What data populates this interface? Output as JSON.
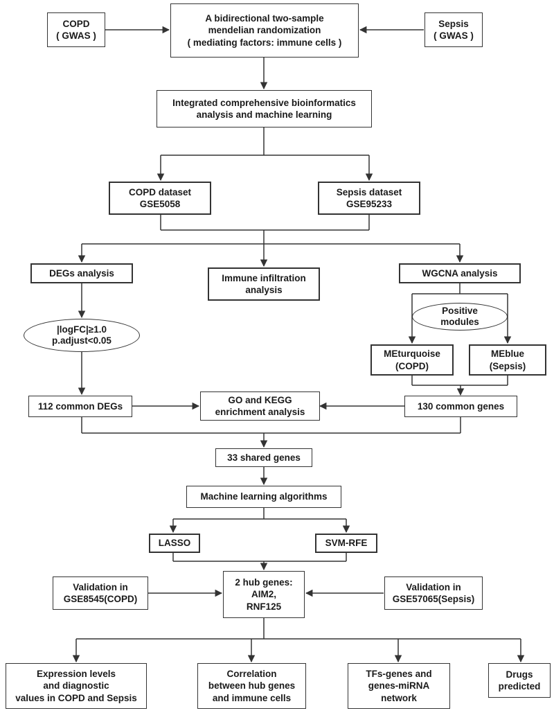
{
  "nodes": {
    "copd_gwas": [
      "COPD",
      "( GWAS )"
    ],
    "mr_main": [
      "A bidirectional two-sample",
      "mendelian randomization",
      "( mediating factors: immune cells )"
    ],
    "sepsis_gwas": [
      "Sepsis",
      "( GWAS )"
    ],
    "integrated": [
      "Integrated comprehensive bioinformatics",
      "analysis and machine learning"
    ],
    "copd_dataset": [
      "COPD dataset",
      "GSE5058"
    ],
    "sepsis_dataset": [
      "Sepsis dataset",
      "GSE95233"
    ],
    "degs": [
      "DEGs analysis"
    ],
    "immune_infiltration": [
      "Immune infiltration",
      "analysis"
    ],
    "wgcna": [
      "WGCNA analysis"
    ],
    "logfc": [
      "|logFC|≥1.0",
      "p.adjust<0.05"
    ],
    "positive_modules": [
      "Positive",
      "modules"
    ],
    "meturquoise": [
      "MEturquoise",
      "(COPD)"
    ],
    "meblue": [
      "MEblue",
      "(Sepsis)"
    ],
    "common_degs": [
      "112 common DEGs"
    ],
    "go_kegg": [
      "GO and KEGG",
      "enrichment analysis"
    ],
    "common_genes": [
      "130 common genes"
    ],
    "shared_genes": [
      "33 shared genes"
    ],
    "ml_algorithms": [
      "Machine learning algorithms"
    ],
    "lasso": [
      "LASSO"
    ],
    "svm_rfe": [
      "SVM-RFE"
    ],
    "validation_copd": [
      "Validation in",
      "GSE8545(COPD)"
    ],
    "hub_genes": [
      "2 hub genes:",
      "AIM2,",
      "RNF125"
    ],
    "validation_sepsis": [
      "Validation in",
      "GSE57065(Sepsis)"
    ],
    "expression": [
      "Expression levels",
      "and diagnostic",
      "values in COPD and Sepsis"
    ],
    "correlation": [
      "Correlation",
      "between hub genes",
      "and immune cells"
    ],
    "tfs": [
      "TFs-genes and",
      "genes-miRNA",
      "network"
    ],
    "drugs": [
      "Drugs",
      "predicted"
    ]
  },
  "colors": {
    "stroke": "#333333",
    "text": "#1a1a1a",
    "background": "#ffffff"
  }
}
